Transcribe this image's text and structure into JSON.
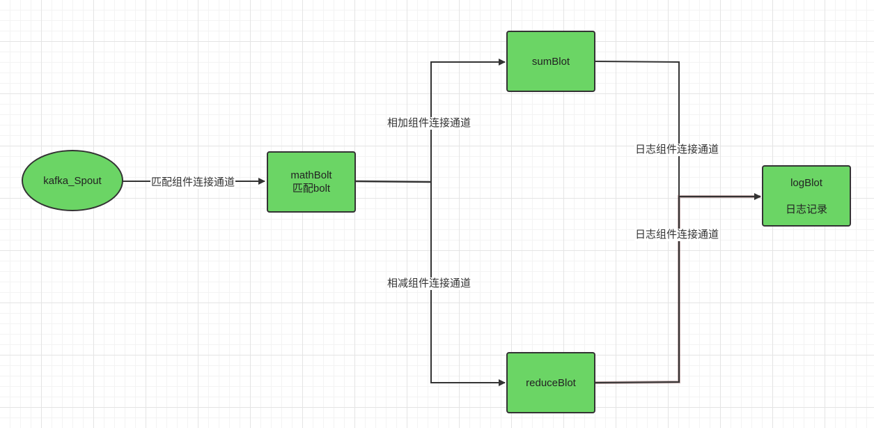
{
  "colors": {
    "node_fill": "#6bd565",
    "node_stroke": "#333333",
    "edge_stroke": "#333333",
    "edge_highlight": "#7a4545"
  },
  "nodes": {
    "spout": {
      "label": "kafka_Spout"
    },
    "math": {
      "line1": "mathBolt",
      "line2": "匹配bolt"
    },
    "sum": {
      "label": "sumBlot"
    },
    "reduce": {
      "label": "reduceBlot"
    },
    "log": {
      "line1": "logBlot",
      "line2": "日志记录"
    }
  },
  "edges": {
    "spout_to_math": "匹配组件连接通道",
    "math_to_sum": "相加组件连接通道",
    "math_to_reduce": "相减组件连接通道",
    "sum_to_log": "日志组件连接通道",
    "reduce_to_log": "日志组件连接通道"
  }
}
